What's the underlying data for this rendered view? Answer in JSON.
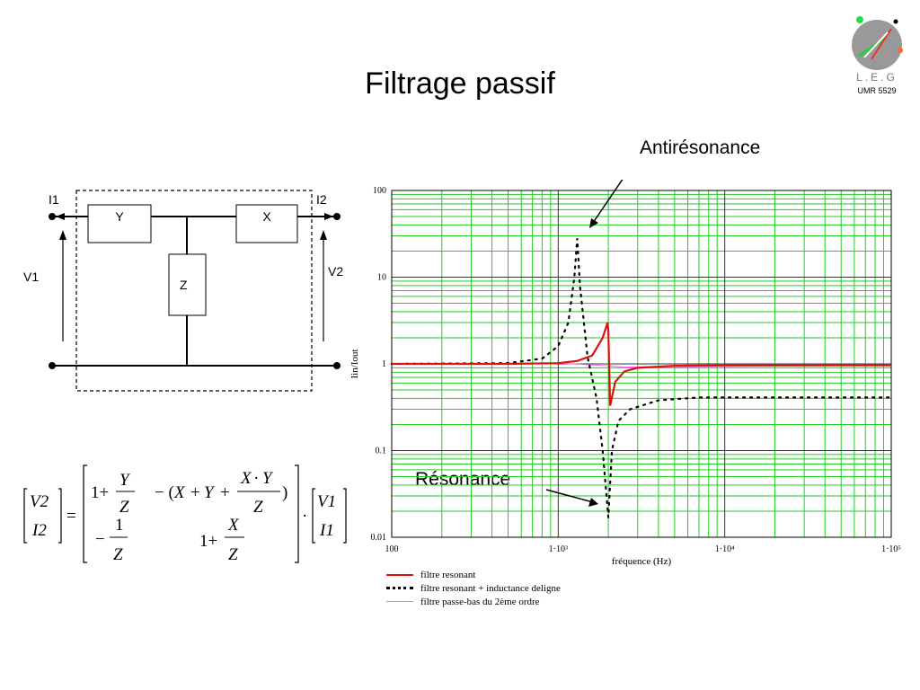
{
  "slide": {
    "title": "Filtrage passif"
  },
  "logo": {
    "letters": "L.E.G",
    "subtitle": "UMR 5529"
  },
  "annotations": {
    "antiresonance": "Antirésonance",
    "resonance": "Résonance"
  },
  "circuit": {
    "labels": {
      "i1": "I1",
      "i2": "I2",
      "v1": "V1",
      "v2": "V2",
      "y": "Y",
      "x": "X",
      "z": "Z"
    }
  },
  "formula": {
    "lhs": [
      "V2",
      "I2"
    ],
    "rhs_vector": [
      "V1",
      "I1"
    ]
  },
  "colors": {
    "grid_major": "#333333",
    "grid_minor": "#22cc22",
    "series_resonant": "#dd1111",
    "series_inductance": "#000000",
    "series_lowpass": "#ff66ff"
  },
  "chart_data": {
    "type": "line",
    "x_scale": "log",
    "y_scale": "log",
    "xlim": [
      100,
      100000
    ],
    "ylim": [
      0.01,
      100
    ],
    "xlabel": "fréquence (Hz)",
    "ylabel": "Iin/Iout",
    "x_ticks": [
      "100",
      "1·10³",
      "1·10⁴",
      "1·10⁵"
    ],
    "y_ticks": [
      "0.01",
      "0.1",
      "1",
      "10",
      "100"
    ],
    "grid": true,
    "legend_position": "bottom",
    "series": [
      {
        "name": "filtre resonant",
        "style": "solid",
        "color": "#dd1111",
        "x": [
          100,
          500,
          1000,
          1300,
          1600,
          1850,
          1980,
          2000,
          2050,
          2200,
          2500,
          3000,
          5000,
          10000,
          100000
        ],
        "y": [
          1.0,
          1.0,
          1.02,
          1.08,
          1.25,
          2.0,
          3.0,
          2.4,
          0.33,
          0.62,
          0.82,
          0.9,
          0.95,
          0.96,
          0.96
        ]
      },
      {
        "name": "filtre resonant + inductance deligne",
        "style": "dotted",
        "color": "#000000",
        "x": [
          100,
          500,
          800,
          1000,
          1150,
          1250,
          1300,
          1350,
          1500,
          1700,
          1850,
          2000,
          2100,
          2300,
          2700,
          4000,
          7000,
          10000,
          100000
        ],
        "y": [
          1.0,
          1.02,
          1.15,
          1.6,
          3.0,
          10.0,
          28.0,
          8.0,
          1.2,
          0.4,
          0.1,
          0.017,
          0.1,
          0.22,
          0.3,
          0.38,
          0.41,
          0.41,
          0.41
        ]
      },
      {
        "name": "filtre passe-bas du 2ème ordre",
        "style": "solid",
        "color": "#ff66ff",
        "x": [
          100,
          1000,
          2000,
          2500,
          100000
        ],
        "y": [
          1.0,
          1.02,
          0.95,
          0.92,
          0.96
        ]
      }
    ]
  }
}
